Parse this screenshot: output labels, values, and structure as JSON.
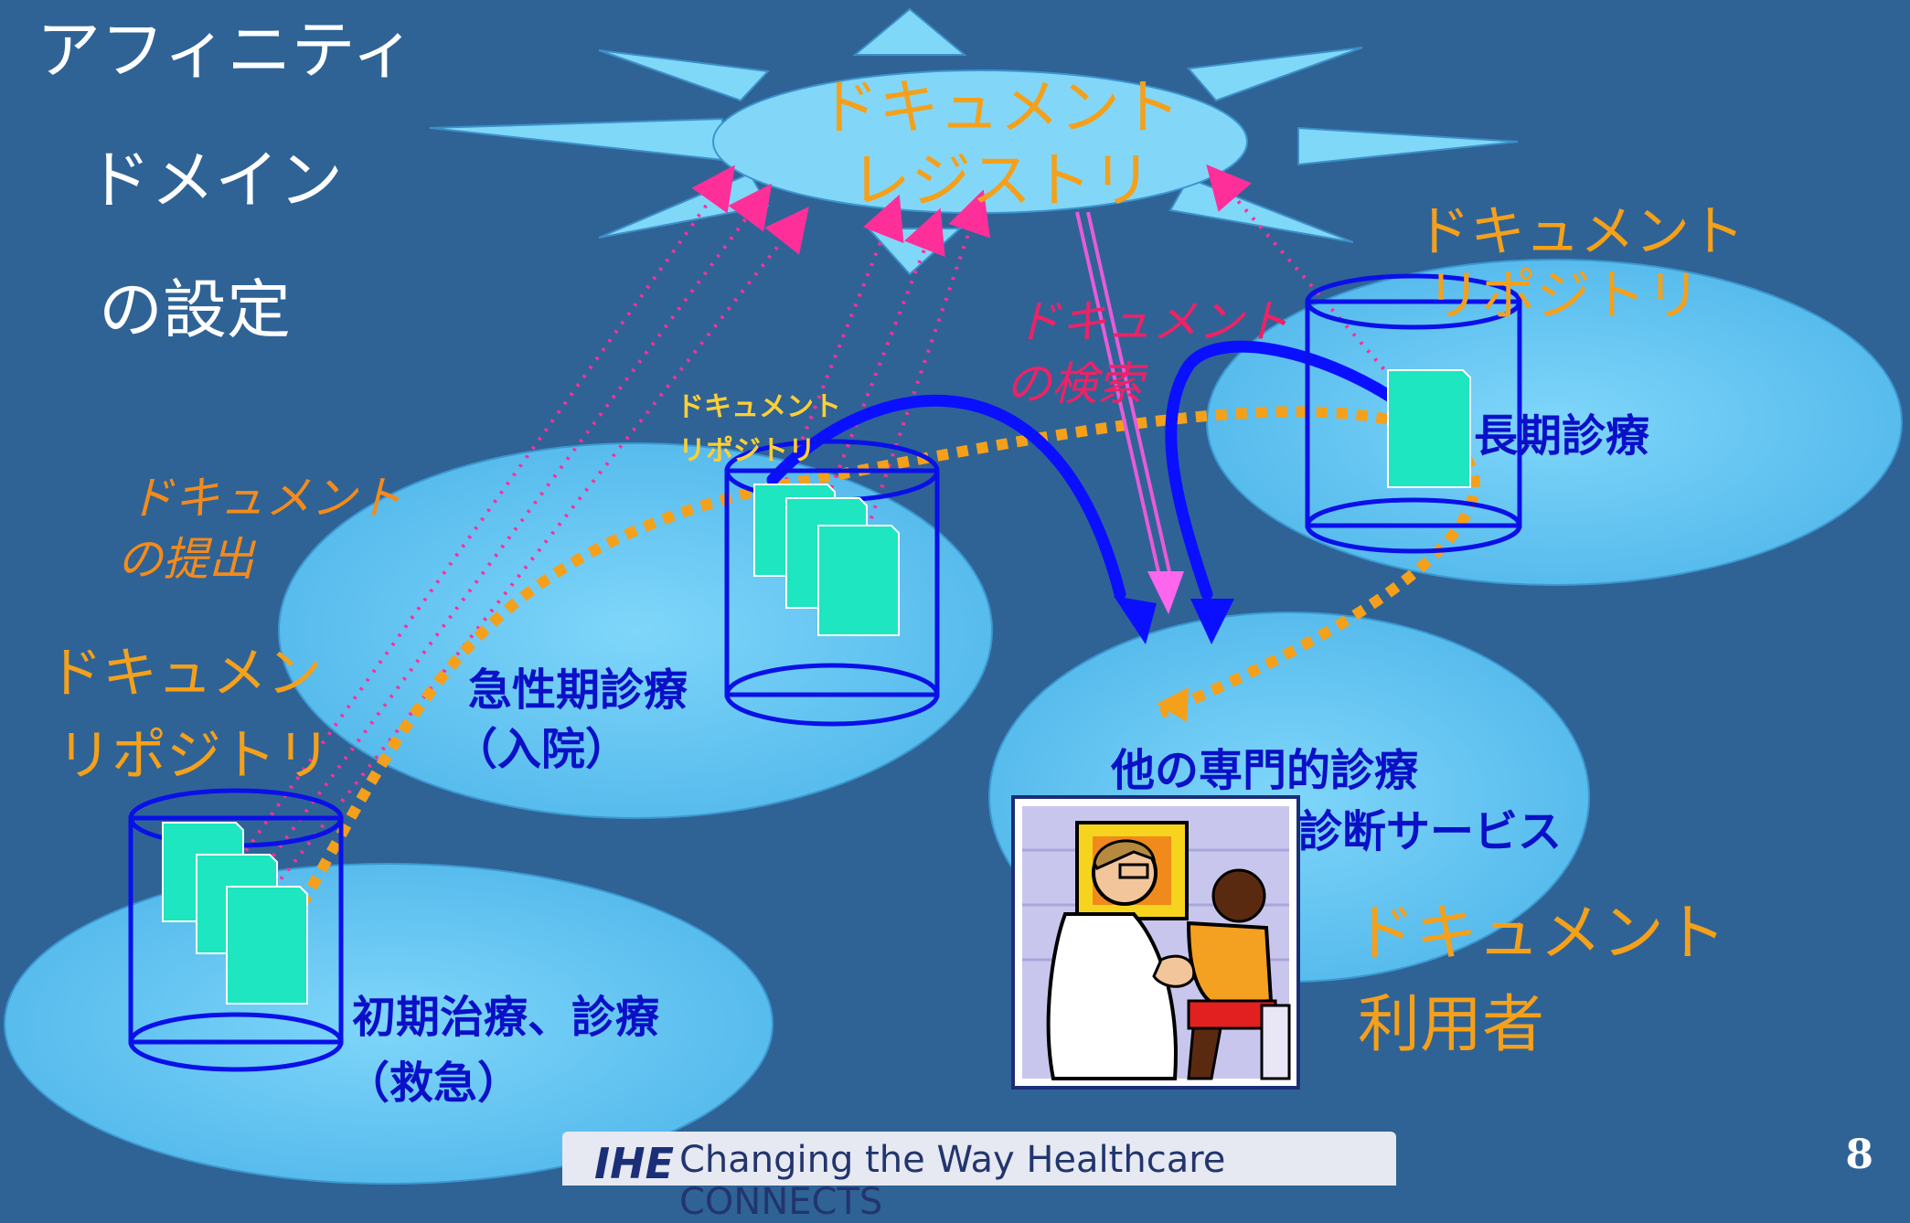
{
  "title": {
    "line1": "アフィニティ",
    "line2": "ドメイン",
    "line3": "の設定"
  },
  "registry": {
    "line1": "ドキュメント",
    "line2": "レジストリ"
  },
  "repositories": {
    "long_term": {
      "line1": "ドキュメント",
      "line2": "リポジトリ"
    },
    "acute": {
      "line1": "ドキュメント",
      "line2": "リポジトリ"
    },
    "initial": {
      "line1": "ドキュメン",
      "line2": "リポジトリ"
    }
  },
  "domains": {
    "long_term": {
      "line1": "長期診療"
    },
    "acute": {
      "line1": "急性期診療",
      "line2": "（入院）"
    },
    "specialist": {
      "line1": "他の専門的診療",
      "line2": "診断サービス"
    },
    "initial": {
      "line1": "初期治療、診療",
      "line2": "（救急）"
    }
  },
  "actions": {
    "search": {
      "line1": "ドキュメント",
      "line2": "の検索"
    },
    "submit": {
      "line1": "ドキュメント",
      "line2": "の提出"
    }
  },
  "consumer": {
    "line1": "ドキュメント",
    "line2": "利用者"
  },
  "footer": {
    "logo": "IHE",
    "tagline": "Changing the Way Healthcare CONNECTS"
  },
  "page_number": "8",
  "icons": [
    "doctor-patient-clipart",
    "document-icon",
    "cylinder-repository"
  ],
  "colors": {
    "background": "#2f6396",
    "ellipse": "#6fcbf5",
    "document": "#1de6c0",
    "arrow_blue": "#0a10ff",
    "dotted_orange": "#f5a01a",
    "dotted_pink": "#ff2f9a"
  }
}
